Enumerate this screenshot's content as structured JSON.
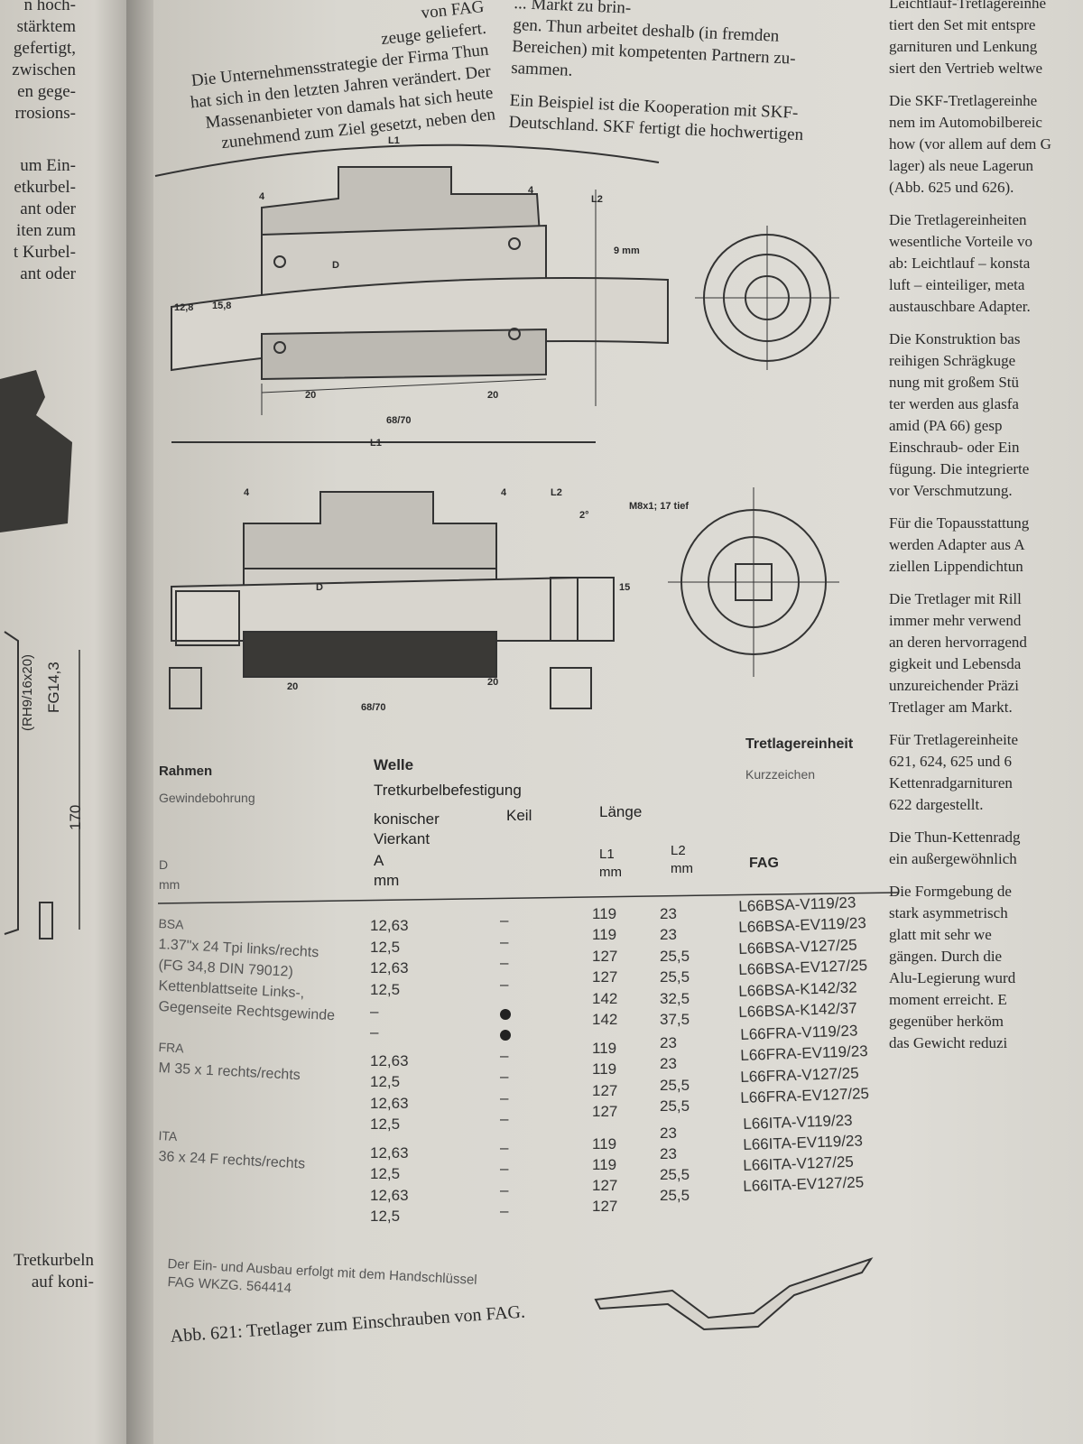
{
  "left_page": {
    "lines_top": [
      "n hoch-",
      "stärktem",
      "gefertigt,",
      "zwischen",
      "en gege-",
      "rrosions-"
    ],
    "lines_mid": [
      "um Ein-",
      "etkurbel-",
      "ant oder",
      "iten zum",
      "t Kurbel-",
      "ant oder"
    ],
    "lines_bottom": [
      "Tretkurbeln",
      "auf koni-"
    ],
    "drawing_labels": {
      "thread": "(RH9/16x20)",
      "fg": "FG14,3",
      "length": "170"
    }
  },
  "center_column": {
    "lines": [
      "von FAG",
      "zeuge geliefert.",
      "Die Unternehmensstrategie der Firma Thun",
      "hat sich in den letzten Jahren verändert. Der",
      "Massenanbieter von damals hat sich heute",
      "zunehmend zum Ziel gesetzt, neben den"
    ]
  },
  "middle_column": {
    "paragraphs": [
      [
        "... Markt zu brin-",
        "gen. Thun arbeitet deshalb (in fremden",
        "Bereichen) mit kompetenten Partnern zu-",
        "sammen."
      ],
      [
        "Ein Beispiel ist die Kooperation mit SKF-",
        "Deutschland. SKF fertigt die hochwertigen"
      ]
    ]
  },
  "right_column": {
    "paragraphs": [
      [
        "Leichtlauf-Tretlagereinhe",
        "tiert den Set mit entspre",
        "garnituren und Lenkung",
        "siert den Vertrieb weltwe"
      ],
      [
        "Die SKF-Tretlagereinhe",
        "nem im Automobilbereic",
        "how (vor allem auf dem G",
        "lager) als neue Lagerun",
        "(Abb. 625 und 626)."
      ],
      [
        "Die Tretlagereinheiten",
        "wesentliche Vorteile vo",
        "ab: Leichtlauf – konsta",
        "luft – einteiliger, meta",
        "austauschbare Adapter."
      ],
      [
        "Die Konstruktion bas",
        "reihigen Schrägkuge",
        "nung mit großem Stü",
        "ter werden aus glasfa",
        "amid (PA 66) gesp",
        "Einschraub- oder Ein",
        "fügung. Die integrierte",
        "vor Verschmutzung."
      ],
      [
        "Für die Topausstattung",
        "werden Adapter aus A",
        "ziellen Lippendichtun"
      ],
      [
        "Die Tretlager mit Rill",
        "immer mehr verwend",
        "an deren hervorragend",
        "gigkeit und Lebensda",
        "unzureichender Präzi",
        "Tretlager am Markt."
      ],
      [
        "Für Tretlagereinheite",
        "621, 624, 625 und 6",
        "Kettenradgarnituren",
        "622 dargestellt."
      ],
      [
        "Die Thun-Kettenradg",
        "ein außergewöhnlich"
      ],
      [
        "Die Formgebung de",
        "stark asymmetrisch",
        "glatt mit sehr we",
        "gängen. Durch die",
        "Alu-Legierung wurd",
        "moment erreicht. E",
        "gegenüber herköm",
        "das Gewicht reduzi"
      ]
    ]
  },
  "drawing_top": {
    "labels": [
      "L1",
      "L2",
      "4",
      "4",
      "9 mm",
      "12,8",
      "15,8",
      "D",
      "20",
      "20",
      "68/70"
    ]
  },
  "drawing_bottom": {
    "labels": [
      "L1",
      "L2",
      "4",
      "4",
      "M8x1; 17 tief",
      "2°",
      "15",
      "D",
      "20",
      "20",
      "68/70"
    ]
  },
  "table": {
    "headers": {
      "rahmen": "Rahmen",
      "gewinde": "Gewindebohrung",
      "d": "D",
      "d_unit": "mm",
      "welle": "Welle",
      "befestigung": "Tretkurbelbefestigung",
      "vierkant": "konischer",
      "vierkant2": "Vierkant",
      "a": "A",
      "a_unit": "mm",
      "keil": "Keil",
      "laenge": "Länge",
      "l1": "L1",
      "l1_unit": "mm",
      "l2": "L2",
      "l2_unit": "mm",
      "einheit": "Tretlagereinheit",
      "kurz": "Kurzzeichen",
      "fag": "FAG"
    },
    "rahmen_groups": [
      [
        "BSA",
        "1.37\"x 24 Tpi links/rechts",
        "(FG 34,8 DIN 79012)",
        "Kettenblattseite Links-,",
        "Gegenseite Rechtsgewinde"
      ],
      [
        "FRA",
        "M 35 x 1 rechts/rechts"
      ],
      [
        "ITA",
        "36 x 24 F rechts/rechts"
      ]
    ],
    "a_values": [
      "12,63",
      "12,5",
      "12,63",
      "12,5",
      "–",
      "–",
      "12,63",
      "12,5",
      "12,63",
      "12,5",
      "12,63",
      "12,5",
      "12,63",
      "12,5"
    ],
    "keil_values": [
      "–",
      "–",
      "–",
      "–",
      "●",
      "●",
      "–",
      "–",
      "–",
      "–",
      "–",
      "–",
      "–",
      "–"
    ],
    "units": [
      {
        "l1": "119",
        "l2": "23",
        "fag": "L66BSA-V119/23"
      },
      {
        "l1": "119",
        "l2": "23",
        "fag": "L66BSA-EV119/23"
      },
      {
        "l1": "127",
        "l2": "25,5",
        "fag": "L66BSA-V127/25"
      },
      {
        "l1": "127",
        "l2": "25,5",
        "fag": "L66BSA-EV127/25"
      },
      {
        "l1": "142",
        "l2": "32,5",
        "fag": "L66BSA-K142/32"
      },
      {
        "l1": "142",
        "l2": "37,5",
        "fag": "L66BSA-K142/37"
      },
      {
        "l1": "119",
        "l2": "23",
        "fag": "L66FRA-V119/23"
      },
      {
        "l1": "119",
        "l2": "23",
        "fag": "L66FRA-EV119/23"
      },
      {
        "l1": "127",
        "l2": "25,5",
        "fag": "L66FRA-V127/25"
      },
      {
        "l1": "127",
        "l2": "25,5",
        "fag": "L66FRA-EV127/25"
      },
      {
        "l1": "119",
        "l2": "23",
        "fag": "L66ITA-V119/23"
      },
      {
        "l1": "119",
        "l2": "23",
        "fag": "L66ITA-EV119/23"
      },
      {
        "l1": "127",
        "l2": "25,5",
        "fag": "L66ITA-V127/25"
      },
      {
        "l1": "127",
        "l2": "25,5",
        "fag": "L66ITA-EV127/25"
      }
    ],
    "footnote": [
      "Der Ein- und Ausbau erfolgt mit dem Handschlüssel",
      "FAG WKZG. 564414"
    ]
  },
  "caption": "Abb. 621: Tretlager zum Einschrauben von FAG."
}
